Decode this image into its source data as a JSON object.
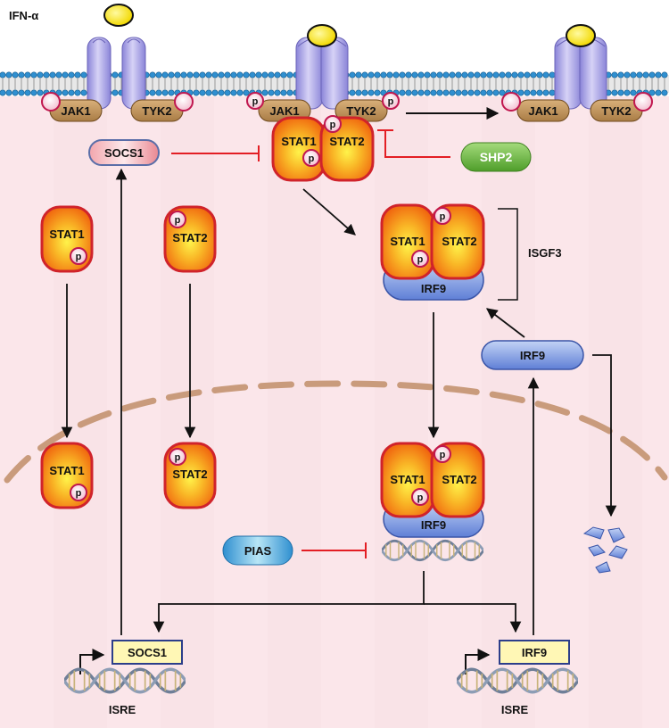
{
  "ligand": {
    "label": "IFN-α",
    "color": "#f2e200"
  },
  "membrane": {
    "kinases": [
      {
        "label": "JAK1"
      },
      {
        "label": "TYK2"
      },
      {
        "label": "JAK1"
      },
      {
        "label": "TYK2"
      },
      {
        "label": "JAK1"
      },
      {
        "label": "TYK2"
      }
    ]
  },
  "phospho_label": "p",
  "cytoplasm": {
    "socs1": "SOCS1",
    "shp2": "SHP2",
    "dimer_stat1": "STAT1",
    "dimer_stat2": "STAT2",
    "free_stat1": "STAT1",
    "free_stat2": "STAT2",
    "isgf3_stat1": "STAT1",
    "isgf3_stat2": "STAT2",
    "isgf3_irf9": "IRF9",
    "isgf3_label": "ISGF3",
    "irf9_free": "IRF9"
  },
  "nucleus": {
    "stat1": "STAT1",
    "stat2": "STAT2",
    "complex_stat1": "STAT1",
    "complex_stat2": "STAT2",
    "complex_irf9": "IRF9",
    "pias": "PIAS",
    "gene_socs1": "SOCS1",
    "gene_irf9": "IRF9",
    "isre_left": "ISRE",
    "isre_right": "ISRE"
  },
  "colors": {
    "cell_bg": "#fbe6ea",
    "stat_fill": "#f6a21a",
    "stat_border": "#d0232b",
    "irf9": "#5f7fd6",
    "shp2": "#6ab945",
    "pias": "#4aa5d8",
    "inhibit": "#e31e24",
    "nuclear_envelope": "#c99b7c"
  }
}
